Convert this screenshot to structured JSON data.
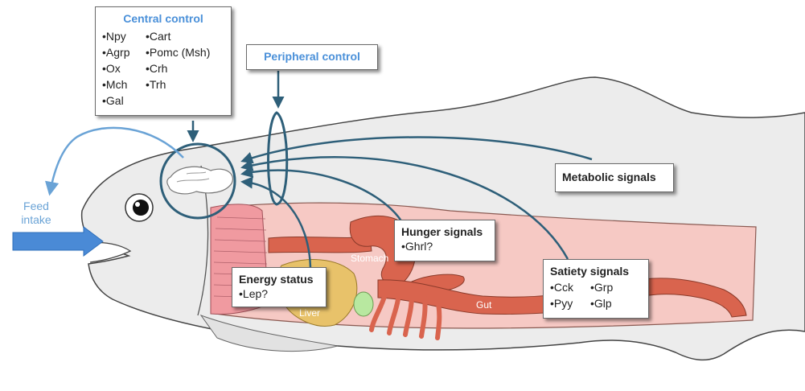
{
  "central_control": {
    "title": "Central control",
    "items_left": [
      "•Npy",
      "•Agrp",
      "•Ox",
      "•Mch",
      "•Gal"
    ],
    "items_right": [
      "•Cart",
      "•Pomc (Msh)",
      "•Crh",
      "•Trh"
    ]
  },
  "peripheral_control": {
    "title": "Peripheral control"
  },
  "metabolic_signals": {
    "title": "Metabolic signals"
  },
  "hunger_signals": {
    "title": "Hunger signals",
    "items": [
      "•Ghrl?"
    ]
  },
  "energy_status": {
    "title": "Energy status",
    "items": [
      "•Lep?"
    ]
  },
  "satiety_signals": {
    "title": "Satiety signals",
    "items_left": [
      "•Cck",
      "•Pyy"
    ],
    "items_right": [
      "•Grp",
      "•Glp"
    ]
  },
  "feed_intake": {
    "line1": "Feed",
    "line2": "intake"
  },
  "organs": {
    "stomach": "Stomach",
    "liver": "Liver",
    "gut": "Gut"
  },
  "colors": {
    "arrow_dark": "#2e5f79",
    "arrow_light": "#6aa3d6",
    "heading_blue": "#4a90d9",
    "fish_body": "#ececec",
    "cavity": "#f6c9c4",
    "organ": "#d9644e",
    "liver": "#e8c26a",
    "gill": "#f09aa0"
  }
}
